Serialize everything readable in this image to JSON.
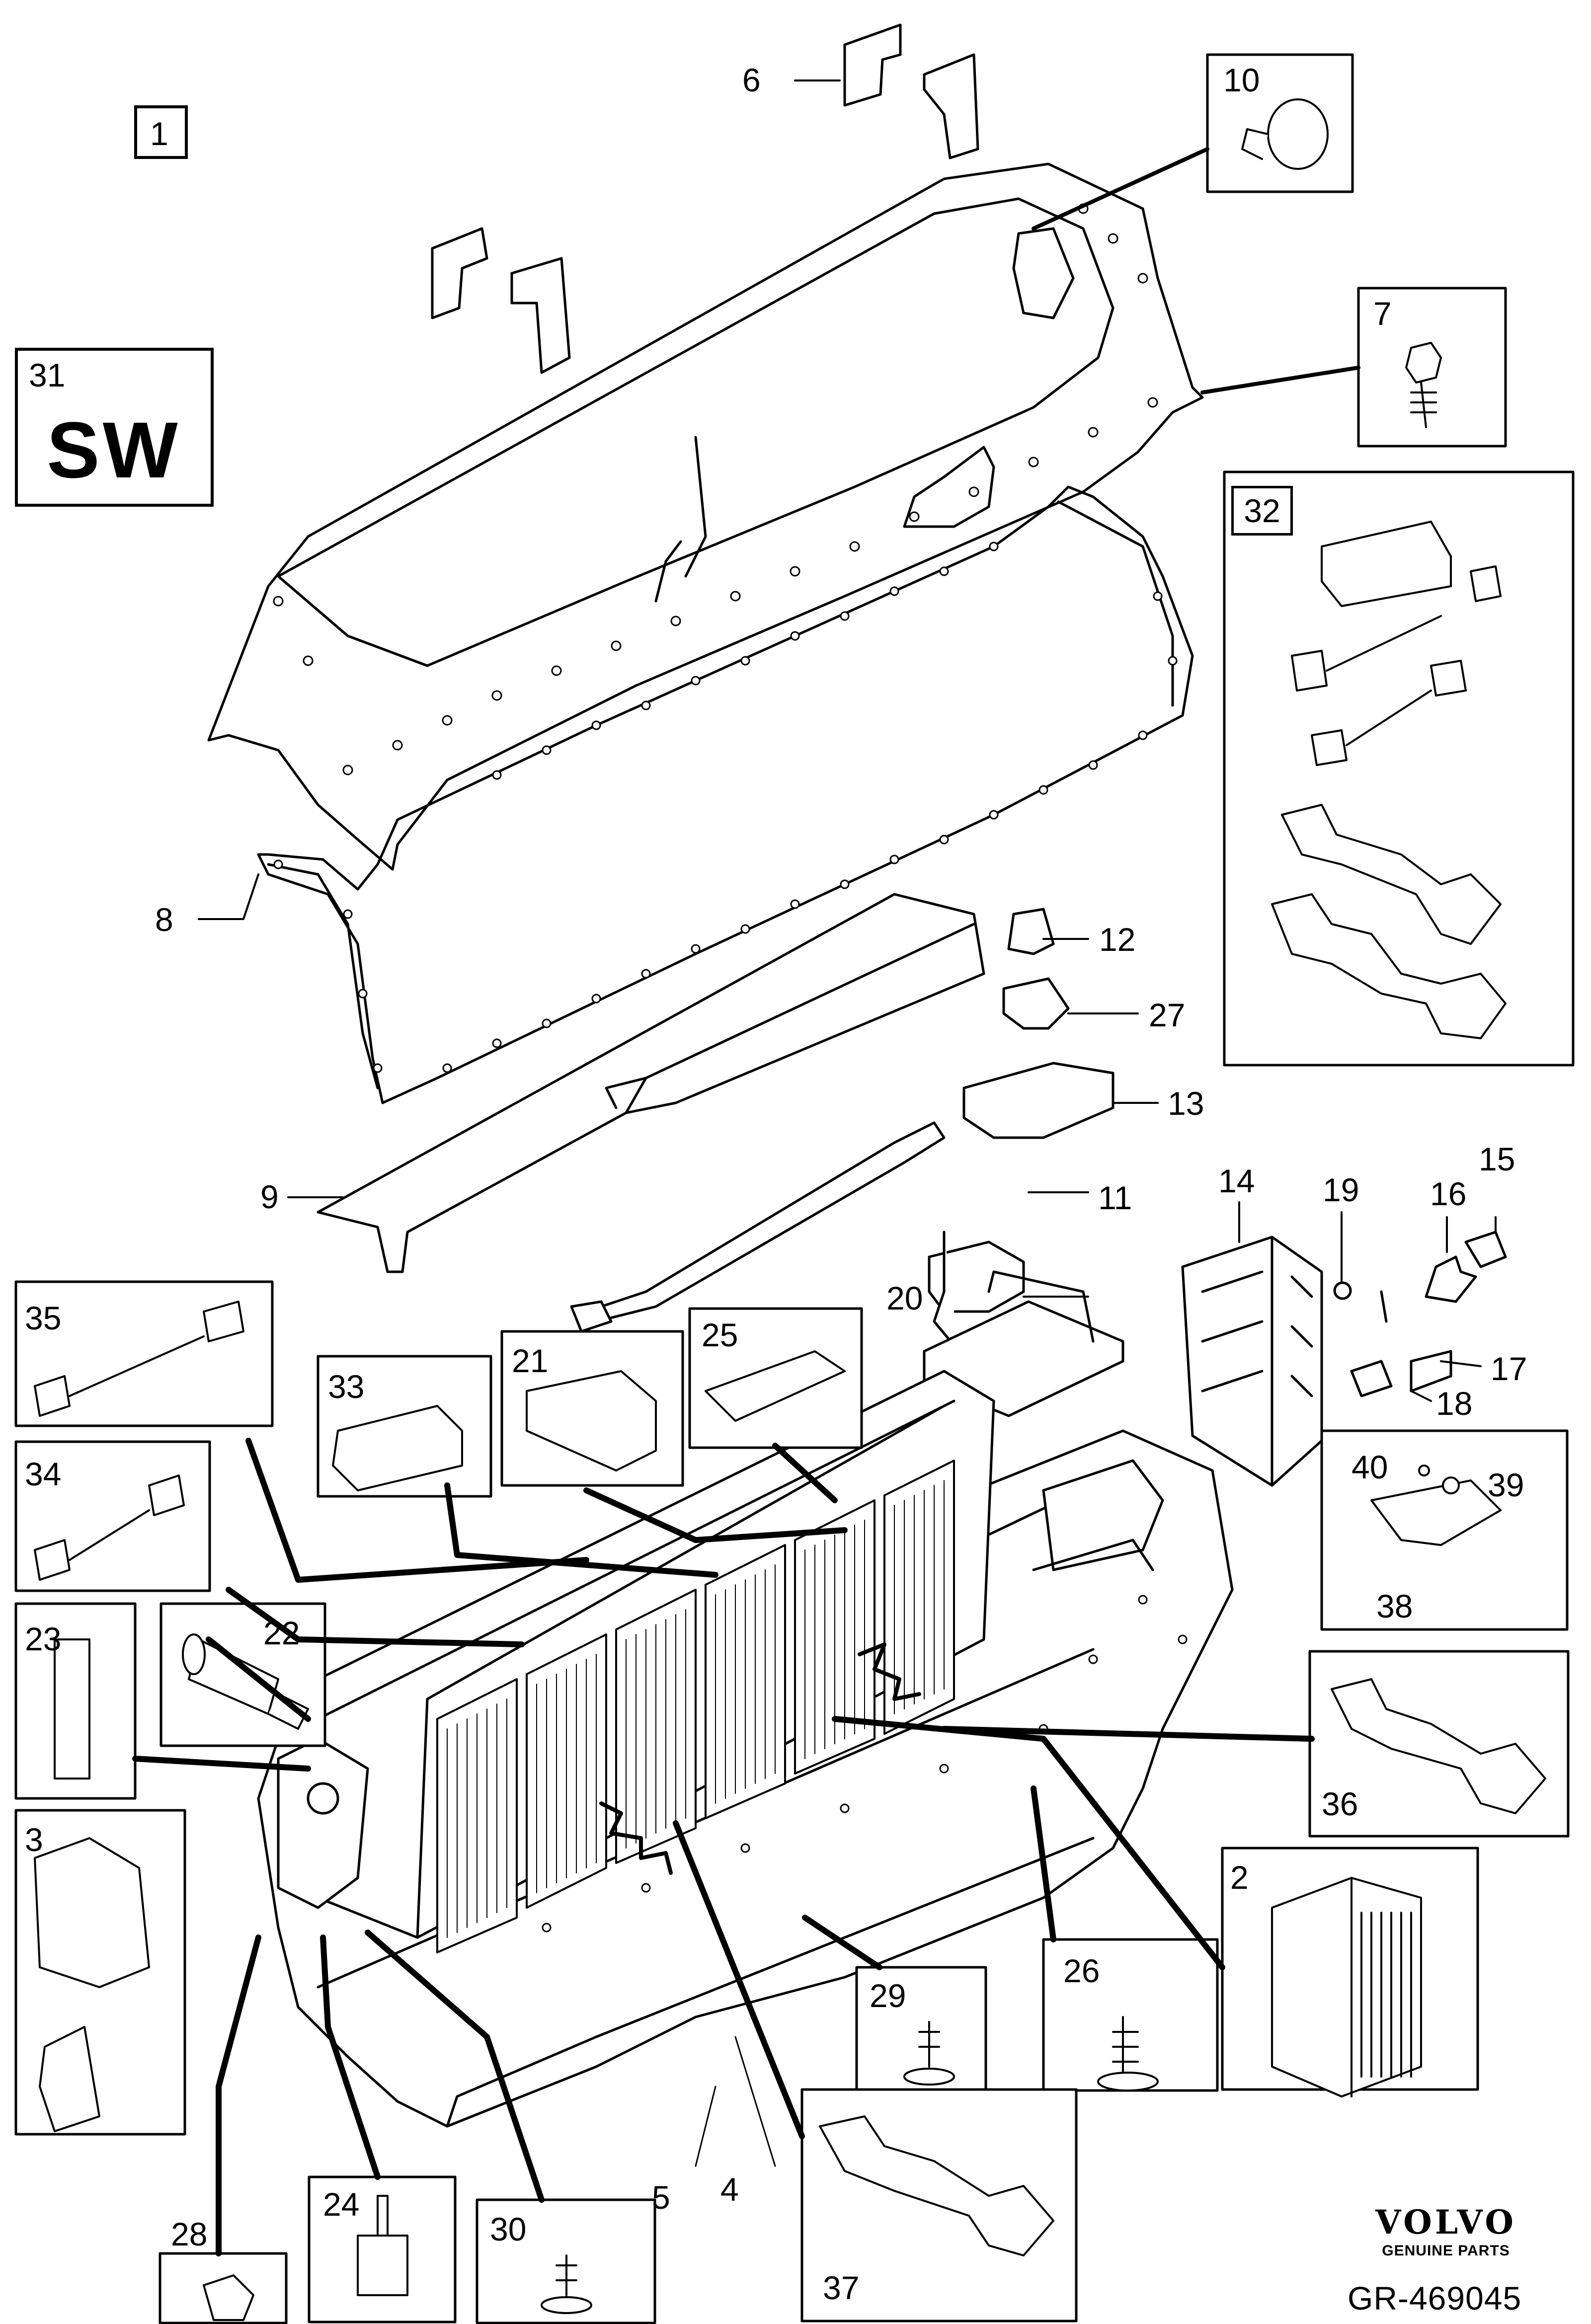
{
  "diagram": {
    "reference_code": "GR-469045",
    "brand": {
      "name": "VOLVO",
      "subtitle": "GENUINE PARTS"
    },
    "group_box_label": "1",
    "sw_box": {
      "number": "31",
      "text": "SW"
    },
    "callouts": {
      "c2": "2",
      "c3": "3",
      "c4": "4",
      "c5": "5",
      "c6": "6",
      "c7": "7",
      "c8": "8",
      "c9": "9",
      "c10": "10",
      "c11": "11",
      "c12": "12",
      "c13": "13",
      "c14": "14",
      "c15": "15",
      "c16": "16",
      "c17": "17",
      "c18": "18",
      "c19": "19",
      "c20": "20",
      "c21": "21",
      "c22": "22",
      "c23": "23",
      "c24": "24",
      "c25": "25",
      "c26": "26",
      "c27": "27",
      "c28": "28",
      "c29": "29",
      "c30": "30",
      "c32": "32",
      "c33": "33",
      "c34": "34",
      "c35": "35",
      "c36": "36",
      "c37": "37",
      "c38": "38",
      "c39": "39",
      "c40": "40"
    }
  }
}
